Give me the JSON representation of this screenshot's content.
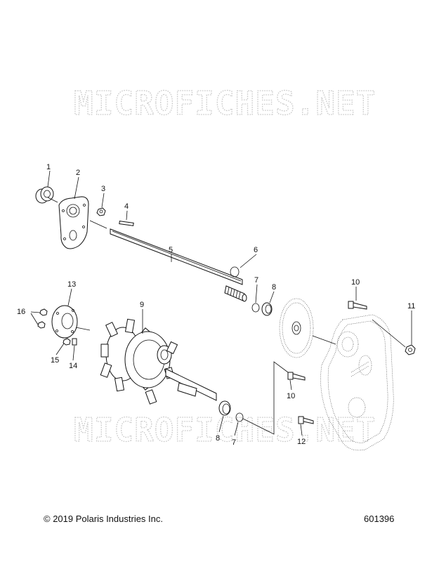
{
  "watermark": {
    "text": "MICROFICHES.NET"
  },
  "callouts": [
    {
      "id": "c1",
      "label": "1"
    },
    {
      "id": "c2",
      "label": "2"
    },
    {
      "id": "c3",
      "label": "3"
    },
    {
      "id": "c4",
      "label": "4"
    },
    {
      "id": "c5",
      "label": "5"
    },
    {
      "id": "c6",
      "label": "6"
    },
    {
      "id": "c7a",
      "label": "7"
    },
    {
      "id": "c8a",
      "label": "8"
    },
    {
      "id": "c9",
      "label": "9"
    },
    {
      "id": "c10a",
      "label": "10"
    },
    {
      "id": "c11",
      "label": "11"
    },
    {
      "id": "c13",
      "label": "13"
    },
    {
      "id": "c16",
      "label": "16"
    },
    {
      "id": "c15",
      "label": "15"
    },
    {
      "id": "c14",
      "label": "14"
    },
    {
      "id": "c10b",
      "label": "10"
    },
    {
      "id": "c8b",
      "label": "8"
    },
    {
      "id": "c7b",
      "label": "7"
    },
    {
      "id": "c12",
      "label": "12"
    }
  ],
  "footer": {
    "copyright": "© 2019 Polaris Industries Inc.",
    "diagram_number": "601396"
  }
}
